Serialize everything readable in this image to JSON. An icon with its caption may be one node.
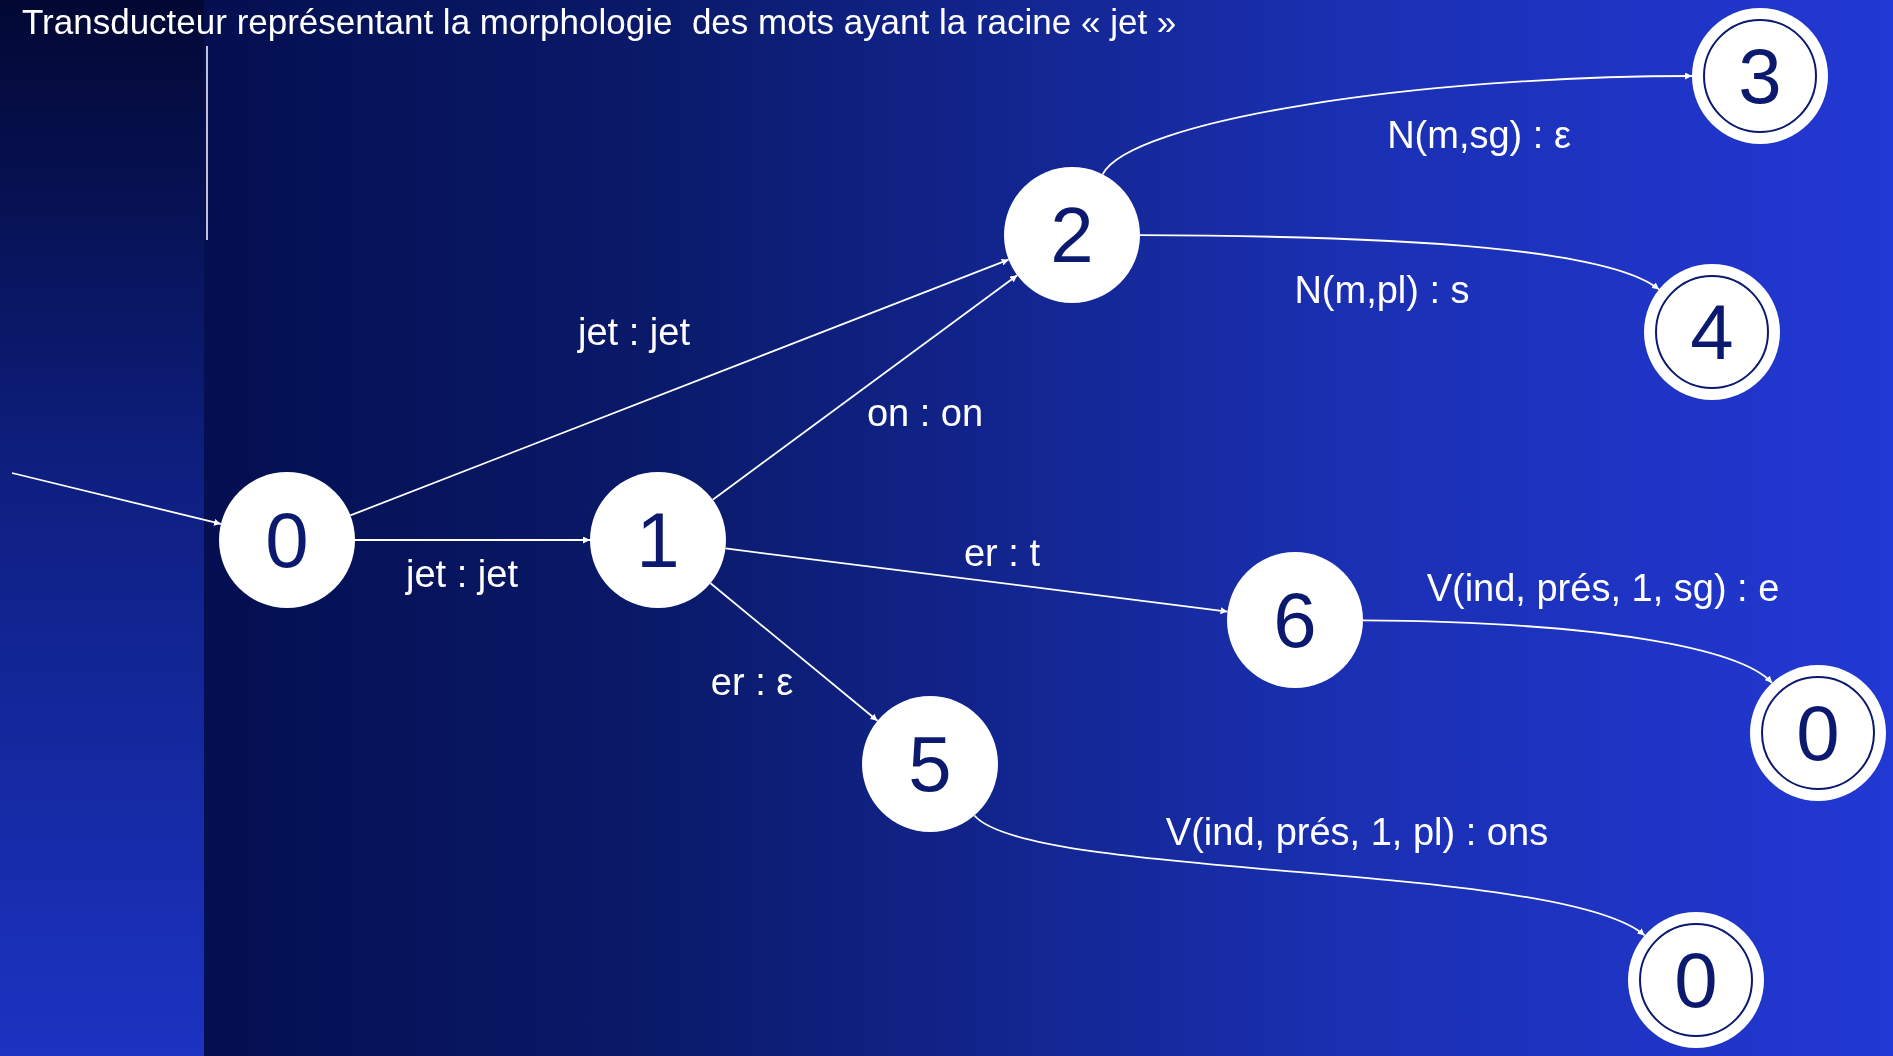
{
  "diagram": {
    "title": "Transducteur représentant la morphologie  des mots ayant la racine « jet »",
    "nodes": [
      {
        "text": [
          "0"
        ]
      },
      {
        "text": [
          "1"
        ]
      },
      {
        "text": [
          "2"
        ]
      },
      {
        "text": [
          "3"
        ]
      },
      {
        "text": [
          "4"
        ]
      },
      {
        "text": [
          "5"
        ]
      },
      {
        "text": [
          "6"
        ]
      },
      {
        "text": [
          "0"
        ]
      },
      {
        "text": [
          "0"
        ]
      }
    ],
    "edges": [
      {
        "from": null,
        "to": 0,
        "arrow": "to"
      },
      {
        "from": 0,
        "to": 1,
        "arrow": "to",
        "label": "jet : jet"
      },
      {
        "from": 0,
        "to": 2,
        "arrow": "to",
        "label": "jet : jet"
      },
      {
        "from": 1,
        "to": 2,
        "arrow": "to",
        "label": "on : on"
      },
      {
        "from": 1,
        "to": 6,
        "arrow": "to",
        "label": "er : t"
      },
      {
        "from": 1,
        "to": 5,
        "arrow": "to",
        "label": "er : ε"
      },
      {
        "from": 2,
        "to": 3,
        "arrow": "to",
        "label": "N(m,sg) : ε"
      },
      {
        "from": 2,
        "to": 4,
        "arrow": "to",
        "label": "N(m,pl) : s"
      },
      {
        "from": 6,
        "to": 7,
        "arrow": "to",
        "label": "V(ind, prés, 1, sg) : e"
      },
      {
        "from": 5,
        "to": 8,
        "arrow": "to",
        "label": "V(ind, prés, 1, pl) : ons"
      }
    ]
  }
}
